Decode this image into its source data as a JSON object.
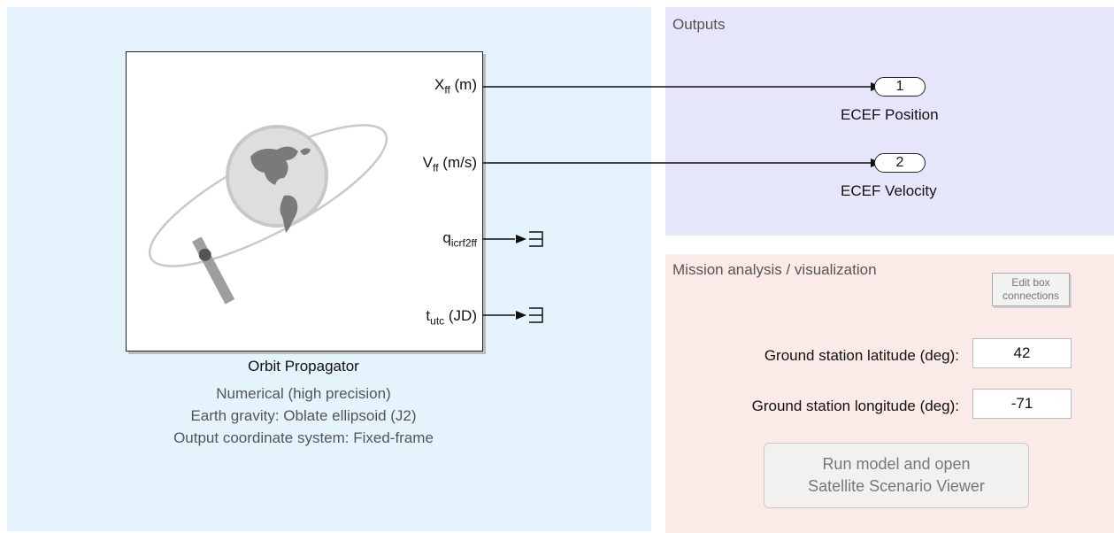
{
  "areas": {
    "outputs_title": "Outputs",
    "mission_title": "Mission analysis / visualization"
  },
  "propagator": {
    "name": "Orbit Propagator",
    "line1": "Numerical (high precision)",
    "line2": "Earth gravity: Oblate ellipsoid (J2)",
    "line3": "Output coordinate system: Fixed-frame",
    "ports": [
      {
        "main": "X",
        "sub": "ff",
        "unit": " (m)"
      },
      {
        "main": "V",
        "sub": "ff",
        "unit": " (m/s)"
      },
      {
        "main": "q",
        "sub": "icrf2ff",
        "unit": ""
      },
      {
        "main": "t",
        "sub": "utc",
        "unit": " (JD)"
      }
    ]
  },
  "outports": [
    {
      "number": "1",
      "label": "ECEF Position"
    },
    {
      "number": "2",
      "label": "ECEF Velocity"
    }
  ],
  "mission": {
    "edit_box_line1": "Edit box",
    "edit_box_line2": "connections",
    "lat_label": "Ground station latitude (deg):",
    "lat_value": "42",
    "lon_label": "Ground station longitude (deg):",
    "lon_value": "-71",
    "run_line1": "Run model and open",
    "run_line2": "Satellite Scenario Viewer"
  },
  "colors": {
    "left_area": "#e5f3fc",
    "outputs_area": "#e6e6fb",
    "mission_area": "#fbebe8"
  }
}
